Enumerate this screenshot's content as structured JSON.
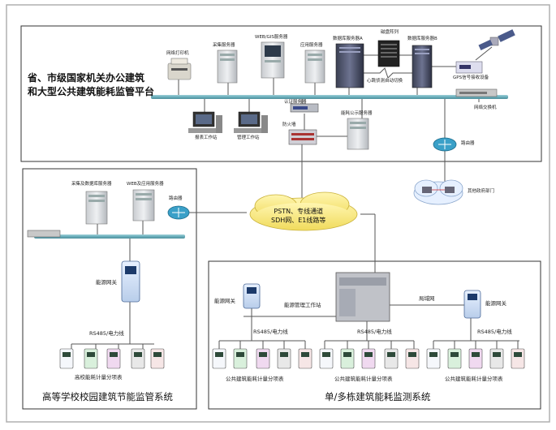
{
  "top": {
    "platform_title_line1": "省、市级国家机关办公建筑",
    "platform_title_line2": "和大型公共建筑能耗监管平台",
    "network_printer": "网络打印机",
    "collection_server": "采集服务器",
    "web_gis_server": "WEB/GIS服务器",
    "app_server": "应用服务器",
    "db_server_a": "数据库服务器A",
    "disk_array": "磁盘阵列",
    "db_server_b": "数据库服务器B",
    "heartbeat": "心跳侦测自动切换",
    "gps": "GPS信号接收设备",
    "network_switch": "网络交换机",
    "auth_server": "认证服务器",
    "energy_public_server": "能耗公示服务器",
    "firewall": "防火墙",
    "report_station": "报表工作站",
    "mgmt_station": "管理工作站",
    "router": "路由器",
    "other_gov": "其他政府部门"
  },
  "cloud": {
    "line1": "PSTN、专线通道",
    "line2": "SDH网、E1线路等"
  },
  "left": {
    "collect_db_server": "采集及数据库服务器",
    "web_app_server": "WEB及应用服务器",
    "router": "路由器",
    "energy_gateway": "能源网关",
    "rs485": "RS485/电力线",
    "meters_caption": "高校能耗计量分项表",
    "system_title": "高等学校校园建筑节能监管系统"
  },
  "right": {
    "energy_gateway_left": "能源网关",
    "energy_mgmt_station": "能源管理工作站",
    "lan": "局域网",
    "energy_gateway_right": "能源网关",
    "rs485_1": "RS485/电力线",
    "rs485_2": "RS485/电力线",
    "rs485_3": "RS485/电力线",
    "meters_caption_1": "公共建筑能耗计量分项表",
    "meters_caption_2": "公共建筑能耗计量分项表",
    "meters_caption_3": "公共建筑能耗计量分项表",
    "system_title": "单/多栋建筑能耗监测系统"
  }
}
